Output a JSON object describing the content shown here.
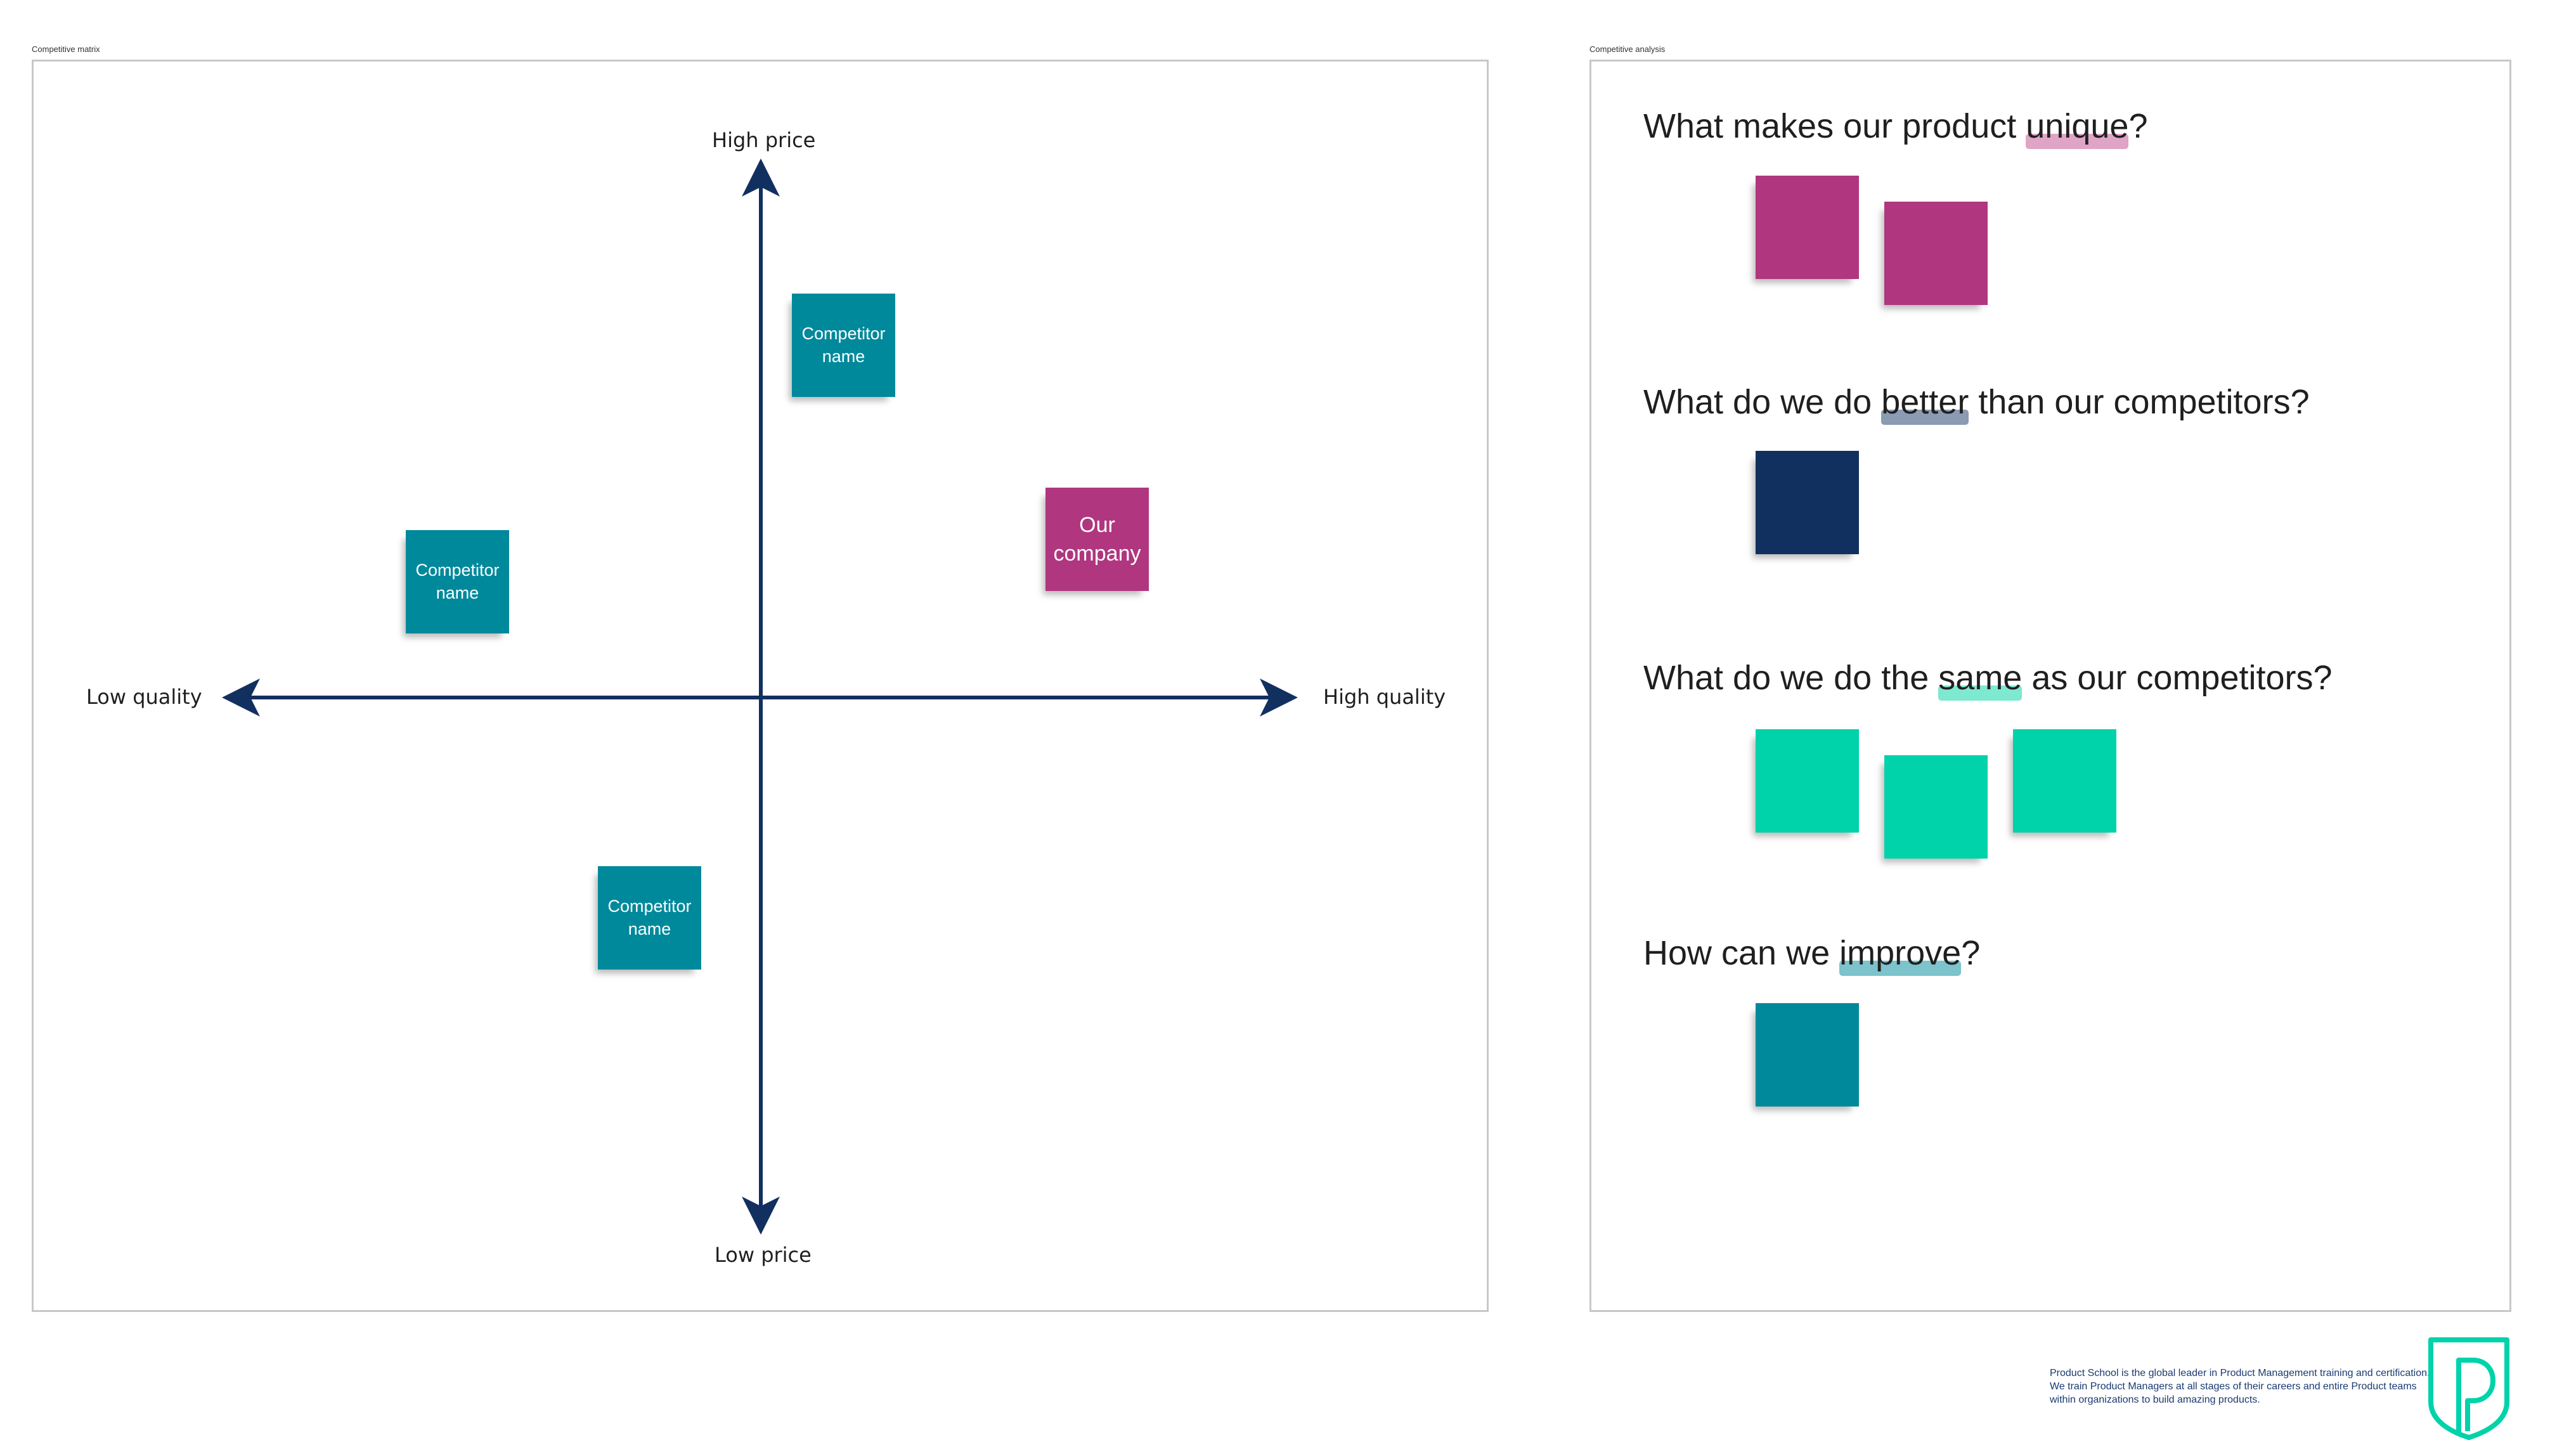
{
  "matrix": {
    "frame_title": "Competitive matrix",
    "axes": {
      "top": "High price",
      "bottom": "Low price",
      "left": "Low quality",
      "right": "High quality",
      "color": "#12305f"
    },
    "stickies": [
      {
        "label": "Competitor name",
        "color": "#00899b",
        "quadrant": "high-price-high-quality"
      },
      {
        "label": "Competitor name",
        "color": "#00899b",
        "quadrant": "high-price-low-quality"
      },
      {
        "label": "Our company",
        "color": "#b0367f",
        "quadrant": "high-price-high-quality"
      },
      {
        "label": "Competitor name",
        "color": "#00899b",
        "quadrant": "low-price-low-quality"
      }
    ]
  },
  "analysis": {
    "frame_title": "Competitive analysis",
    "questions": [
      {
        "before": "What makes our product ",
        "highlight": "unique",
        "after": "?",
        "highlight_color": "#dfa4c6",
        "sticky_color": "#b0367f",
        "sticky_count": 2
      },
      {
        "before": "What do we do ",
        "highlight": "better",
        "after": " than our competitors?",
        "highlight_color": "#8a9bb2",
        "sticky_color": "#12305f",
        "sticky_count": 1
      },
      {
        "before": "What do we do the ",
        "highlight": "same",
        "after": " as our competitors?",
        "highlight_color": "#7ee8d0",
        "sticky_color": "#00d2aa",
        "sticky_count": 3
      },
      {
        "before": "How can we ",
        "highlight": "improve",
        "after": "?",
        "highlight_color": "#7cc3cc",
        "sticky_color": "#00899b",
        "sticky_count": 1
      }
    ]
  },
  "footer": {
    "text": "Product School is the global leader in Product Management training and certification. We train Product Managers at all stages of their careers and entire Product teams within organizations to build amazing products.",
    "logo_icon": "product-school-shield-icon",
    "logo_color": "#00d2aa"
  }
}
